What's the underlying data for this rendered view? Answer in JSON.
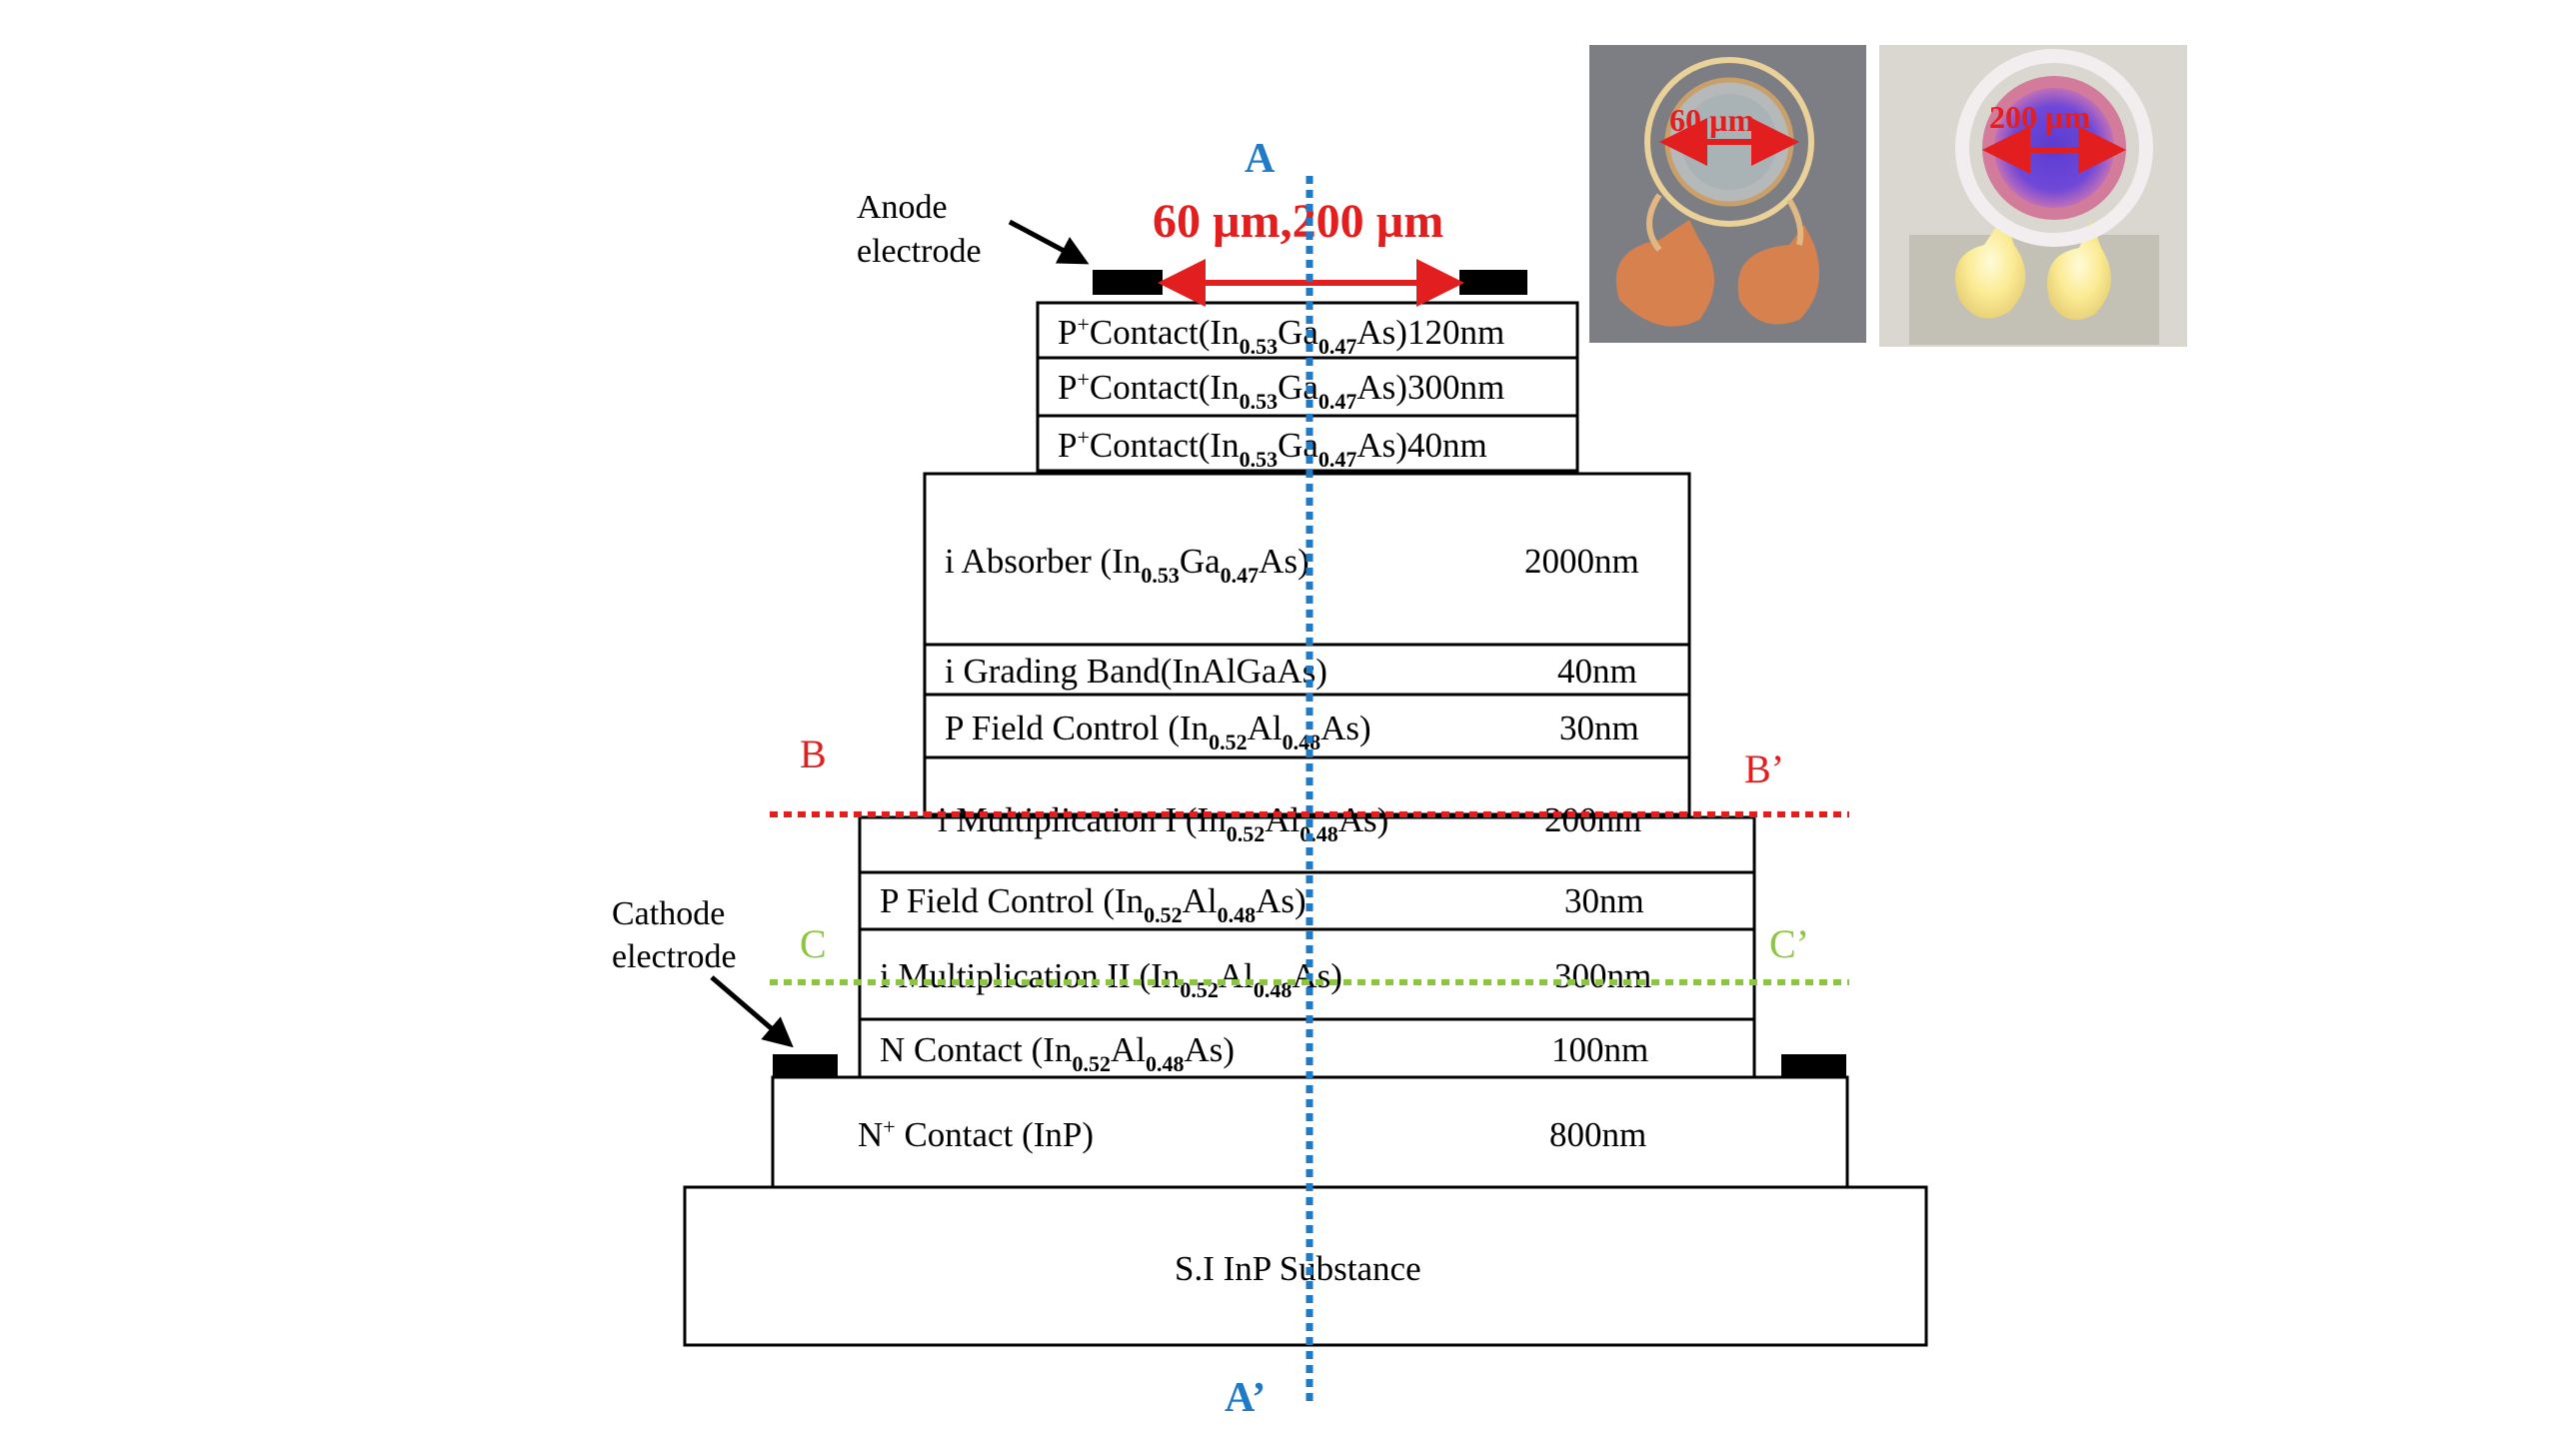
{
  "colors": {
    "cut_a": "#1f7ac8",
    "cut_b": "#e21e1e",
    "cut_c": "#8cc63f",
    "dimension_arrow": "#e21e1e",
    "electrode": "#000000"
  },
  "labels": {
    "anode": [
      "Anode",
      "electrode"
    ],
    "cathode": [
      "Cathode",
      "electrode"
    ],
    "dimension": "60 µm,200 µm",
    "cut_a_top": "A",
    "cut_a_bottom": "A’",
    "cut_b_left": "B",
    "cut_b_right": "B’",
    "cut_c_left": "C",
    "cut_c_right": "C’"
  },
  "layers": [
    {
      "left": "P",
      "sup": "+",
      "rest": "Contact(In",
      "sub1": "0.53",
      "mid": "Ga",
      "sub2": "0.47",
      "end": "As)120nm",
      "thickness": ""
    },
    {
      "left": "P",
      "sup": "+",
      "rest": "Contact(In",
      "sub1": "0.53",
      "mid": "Ga",
      "sub2": "0.47",
      "end": "As)300nm",
      "thickness": ""
    },
    {
      "left": "P",
      "sup": "+",
      "rest": "Contact(In",
      "sub1": "0.53",
      "mid": "Ga",
      "sub2": "0.47",
      "end": "As)40nm",
      "thickness": ""
    },
    {
      "left": "i  Absorber (In",
      "sup": "",
      "rest": "",
      "sub1": "0.53",
      "mid": "Ga",
      "sub2": "0.47",
      "end": "As)",
      "thickness": "2000nm"
    },
    {
      "left": "i  Grading Band(InAlGaAs)",
      "sup": "",
      "rest": "",
      "sub1": "",
      "mid": "",
      "sub2": "",
      "end": "",
      "thickness": "40nm"
    },
    {
      "left": "P  Field Control (In",
      "sup": "",
      "rest": "",
      "sub1": "0.52",
      "mid": "Al",
      "sub2": "0.48",
      "end": "As)",
      "thickness": "30nm"
    },
    {
      "left": "i Multiplication I (In",
      "sup": "",
      "rest": "",
      "sub1": "0.52",
      "mid": "Al",
      "sub2": "0.48",
      "end": "As)",
      "thickness": "200nm"
    },
    {
      "left": "P  Field Control (In",
      "sup": "",
      "rest": "",
      "sub1": "0.52",
      "mid": "Al",
      "sub2": "0.48",
      "end": "As)",
      "thickness": "30nm"
    },
    {
      "left": "i  Multiplication II (In",
      "sup": "",
      "rest": "",
      "sub1": "0.52",
      "mid": "Al",
      "sub2": "0.48",
      "end": "As)",
      "thickness": "300nm"
    },
    {
      "left": "N Contact (In",
      "sup": "",
      "rest": "",
      "sub1": "0.52",
      "mid": "Al",
      "sub2": "0.48",
      "end": "As)",
      "thickness": "100nm"
    },
    {
      "left": "N",
      "sup": "+",
      "rest": "  Contact (InP)",
      "sub1": "",
      "mid": "",
      "sub2": "",
      "end": "",
      "thickness": "800nm"
    },
    {
      "left": "S.I InP Substance",
      "sup": "",
      "rest": "",
      "sub1": "",
      "mid": "",
      "sub2": "",
      "end": "",
      "thickness": ""
    }
  ],
  "photos": [
    {
      "label": "60 µm"
    },
    {
      "label": "200 µm"
    }
  ]
}
